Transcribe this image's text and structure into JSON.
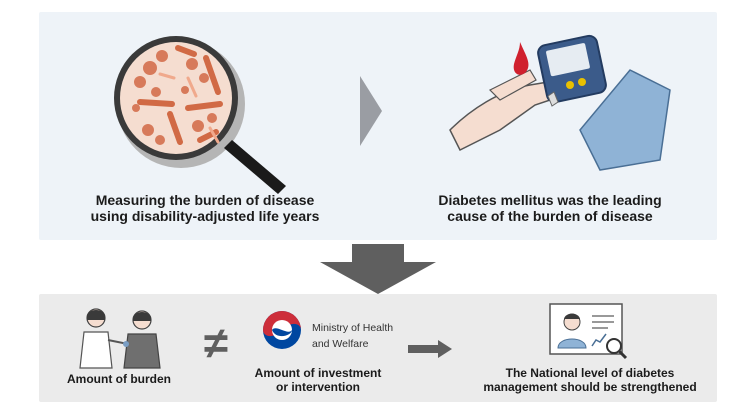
{
  "top": {
    "left_caption_line1": "Measuring the burden of disease",
    "left_caption_line2": "using disability-adjusted life years",
    "right_caption_line1": "Diabetes mellitus was the leading",
    "right_caption_line2": "cause of the burden of disease"
  },
  "bottom": {
    "burden_label": "Amount of burden",
    "not_equal_symbol": "≠",
    "ministry_line1": "Ministry of Health",
    "ministry_line2": "and Welfare",
    "investment_line1": "Amount of investment",
    "investment_line2": "or intervention",
    "conclusion_line1": "The National level of diabetes",
    "conclusion_line2": "management should be strengthened"
  },
  "icons": [
    "magnifier-bacteria-icon",
    "glucose-meter-icon",
    "doctor-patient-icon",
    "ministry-logo-icon",
    "monitor-person-icon"
  ],
  "colors": {
    "panel_top": "#eef3f8",
    "panel_bottom": "#ebebeb",
    "arrow": "#5f5f5f",
    "blood": "#d0202e",
    "logo_red": "#cd2e3a",
    "logo_blue": "#0047a0"
  }
}
